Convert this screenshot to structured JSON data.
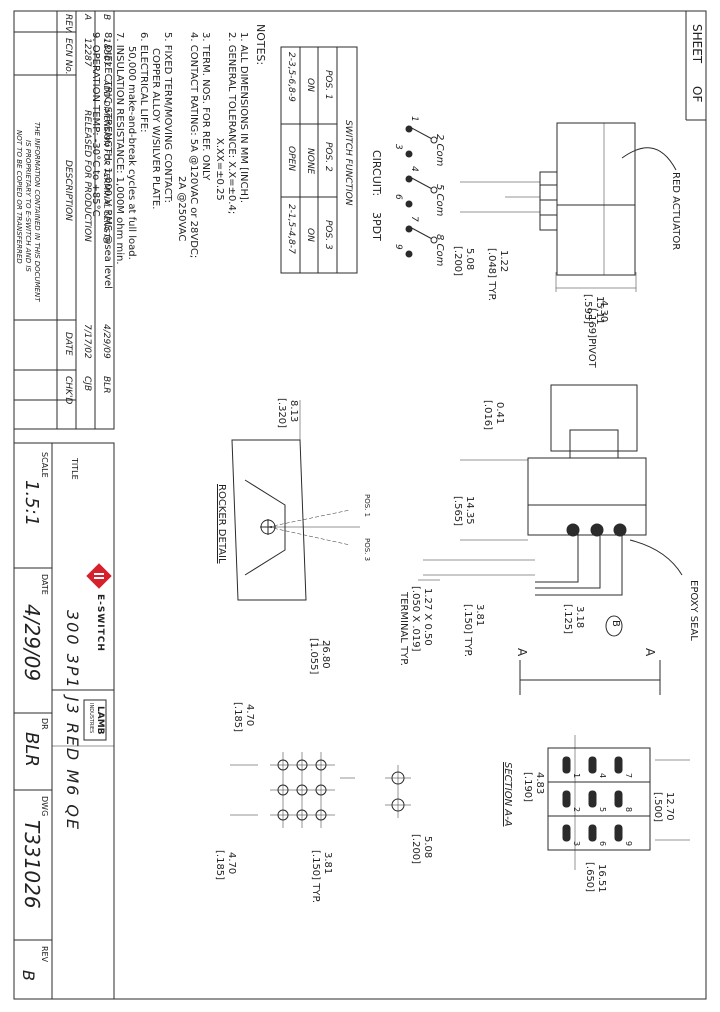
{
  "sheet": {
    "label": "SHEET",
    "of_label": "OF"
  },
  "notes": {
    "header": "NOTES:",
    "items": [
      "1. ALL DIMENSIONS IN MM [INCH].",
      "2. GENERAL TOLERANCE: X.X=±0.4;",
      "X.XX=±0.25",
      "3. TERM. NOS. FOR REF. ONLY",
      "4. CONTACT RATING: 5A @120VAC or 28VDC;",
      "2A @250VAC",
      "5. FIXED TERM/MOVING CONTACT:",
      "COPPER ALLOY W/SILVER PLATE.",
      "6. ELECTRICAL LIFE:",
      "50,000 make-and-break cycles at full load.",
      "7. INSULATION RESISTANCE: 1,000M ohm min.",
      "8. DIELECTRIC STRENGTH: 1,000 V RMS @sea level",
      "9. OPERATION TEMP: -30°C to +85°C"
    ]
  },
  "switch_function": {
    "title": "SWITCH FUNCTION",
    "headers": [
      "POS. 1",
      "POS. 2",
      "POS. 3"
    ],
    "row1": [
      "ON",
      "NONE",
      "ON"
    ],
    "row2": [
      "2-3,5-6,8-9",
      "OPEN",
      "2-1,5-4,8-7"
    ]
  },
  "circuit": {
    "label": "CIRCUIT:",
    "type": "3PDT",
    "com_labels": [
      "2 Com",
      "5 Com",
      "8 Com"
    ],
    "terminal_numbers": [
      "1",
      "3",
      "4",
      "6",
      "7",
      "9"
    ]
  },
  "revisions": {
    "headers": {
      "rev": "REV.",
      "ecn": "ECN No.",
      "desc": "DESCRIPTION",
      "date": "DATE",
      "chkd": "CHK'D"
    },
    "rows": [
      {
        "rev": "B",
        "ecn": "18507",
        "desc": "ADD DIMENSION FOR TERMINAL LENGTH",
        "date": "4/29/09",
        "chkd": "BLR"
      },
      {
        "rev": "A",
        "ecn": "12287",
        "desc": "RELEASED FOR PRODUCTION",
        "date": "7/17/02",
        "chkd": "CJB"
      }
    ],
    "disclaimer": [
      "THE INFORMATION CONTAINED IN THIS DOCUMENT",
      "IS PROPRIETARY TO E-SWITCH AND IS",
      "NOT TO BE COPIED OR TRANSFERRED"
    ]
  },
  "title_block": {
    "title_label": "TITLE",
    "title": "300 3P1 J3 RED M6 QE",
    "scale_label": "SCALE",
    "scale": "1.5:1",
    "date_label": "DATE",
    "date": "4/29/09",
    "dr_label": "DR",
    "dr": "BLR",
    "dwg_label": "DWG",
    "dwg": "T331026",
    "rev_label": "REV",
    "rev": "B",
    "company": "E-SWITCH",
    "partner_top": "LAMB",
    "partner_bottom": "INDUSTRIES"
  },
  "drawing": {
    "red_actuator": "RED ACTUATOR",
    "epoxy_seal": "EPOXY SEAL",
    "dim_1511": "15.11",
    "dim_0595": "[.595]",
    "dim_122": "1.22",
    "dim_048": "[.048] TYP.",
    "dim_508a": "5.08",
    "dim_200a": "[.200]",
    "dim_430": "4.30",
    "dim_169": "[.169]PIVOT",
    "dim_041": "0.41",
    "dim_016": "[.016]",
    "dim_1435": "14.35",
    "dim_565": "[.565]",
    "dim_127": "1.27 X 0.50",
    "dim_050": "[.050 X .019]",
    "terminal_typ": "TERMINAL TYP.",
    "dim_381a": "3.81",
    "dim_150a": "[.150] TYP.",
    "dim_318": "3.18",
    "dim_125": "[.125]",
    "marker_b": "B",
    "section_a_left": "A",
    "section_a_right": "A",
    "section_aa": "SECTION A-A",
    "dim_483": "4.83",
    "dim_190": "[.190]",
    "dim_1270": "12.70",
    "dim_500": "[.500]",
    "dim_1651": "16.51",
    "dim_650": "[.650]",
    "section_nums": [
      "1",
      "4",
      "7",
      "2",
      "5",
      "8",
      "3",
      "6",
      "9"
    ],
    "dim_813": "8.13",
    "dim_320": "[.320]",
    "pos1": "POS. 1",
    "pos3": "POS. 3",
    "rocker_detail": "ROCKER DETAIL",
    "dim_2680": "26.80",
    "dim_1055": "[1.055]",
    "dim_470a": "4.70",
    "dim_185a": "[.185]",
    "dim_470b": "4.70",
    "dim_185b": "[.185]",
    "dim_381b": "3.81",
    "dim_150b": "[.150] TYP.",
    "dim_508b": "5.08",
    "dim_200b": "[.200]"
  },
  "colors": {
    "line": "#2b2b2b",
    "logo_red": "#d6212d",
    "text": "#222222"
  }
}
